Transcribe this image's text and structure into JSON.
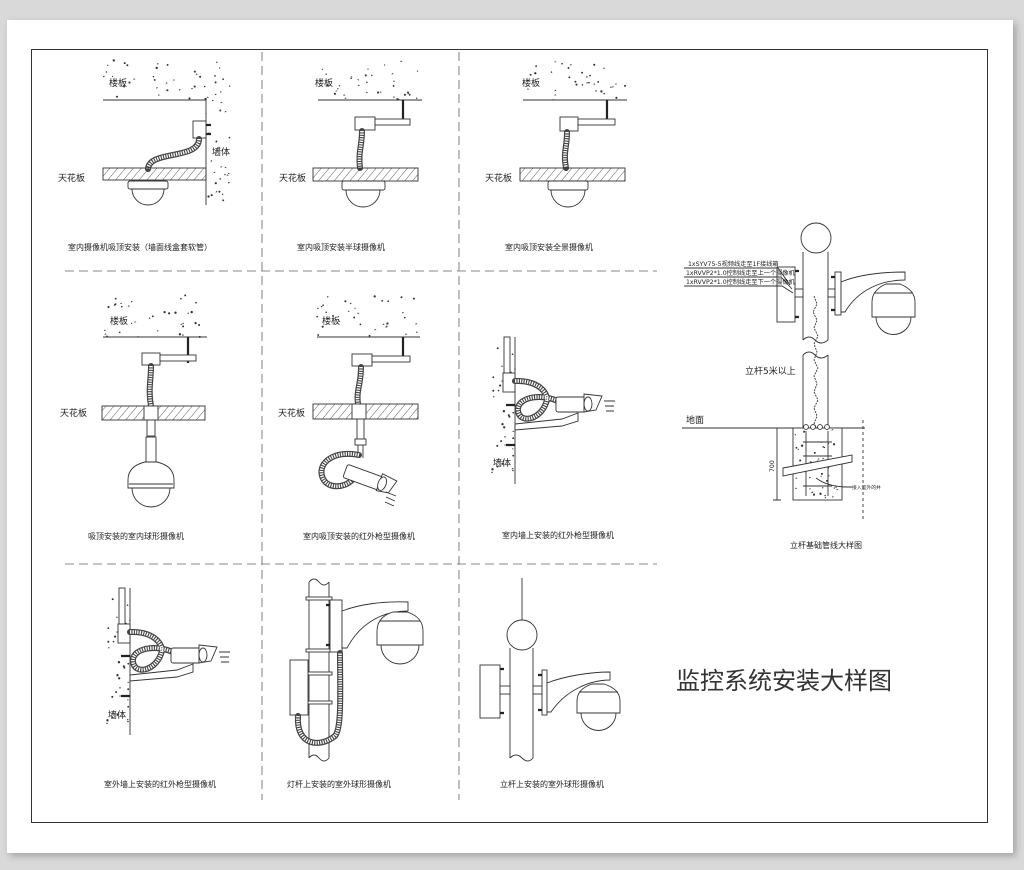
{
  "document": {
    "title": "监控系统安装大样图",
    "labels": {
      "floor_slab": "楼板",
      "ceiling": "天花板",
      "wall": "墙体"
    },
    "panels": [
      {
        "caption": "室内摄像机吸顶安装（墙面线盒套软管）"
      },
      {
        "caption": "室内吸顶安装半球摄像机"
      },
      {
        "caption": "室内吸顶安装全景摄像机"
      },
      {
        "caption": "吸顶安装的室内球形摄像机"
      },
      {
        "caption": "室内吸顶安装的红外枪型摄像机"
      },
      {
        "caption": "室内墙上安装的红外枪型摄像机"
      },
      {
        "caption": "室外墙上安装的红外枪型摄像机"
      },
      {
        "caption": "灯杆上安装的室外球形摄像机"
      },
      {
        "caption": "立杆上安装的室外球形摄像机"
      }
    ],
    "foundation_detail": {
      "caption": "立杆基础管线大样图",
      "pole_height_note": "立杆5米以上",
      "ground_label": "地面",
      "depth_dimension": "700",
      "outlet_note": "接入室外的井",
      "cables": [
        "1xSYV75-5视频线走至1F接线箱",
        "1xRVVP2*1.0控制线走至上一个摄像机",
        "1xRVVP2*1.0控制线走至下一个摄像机"
      ]
    }
  }
}
